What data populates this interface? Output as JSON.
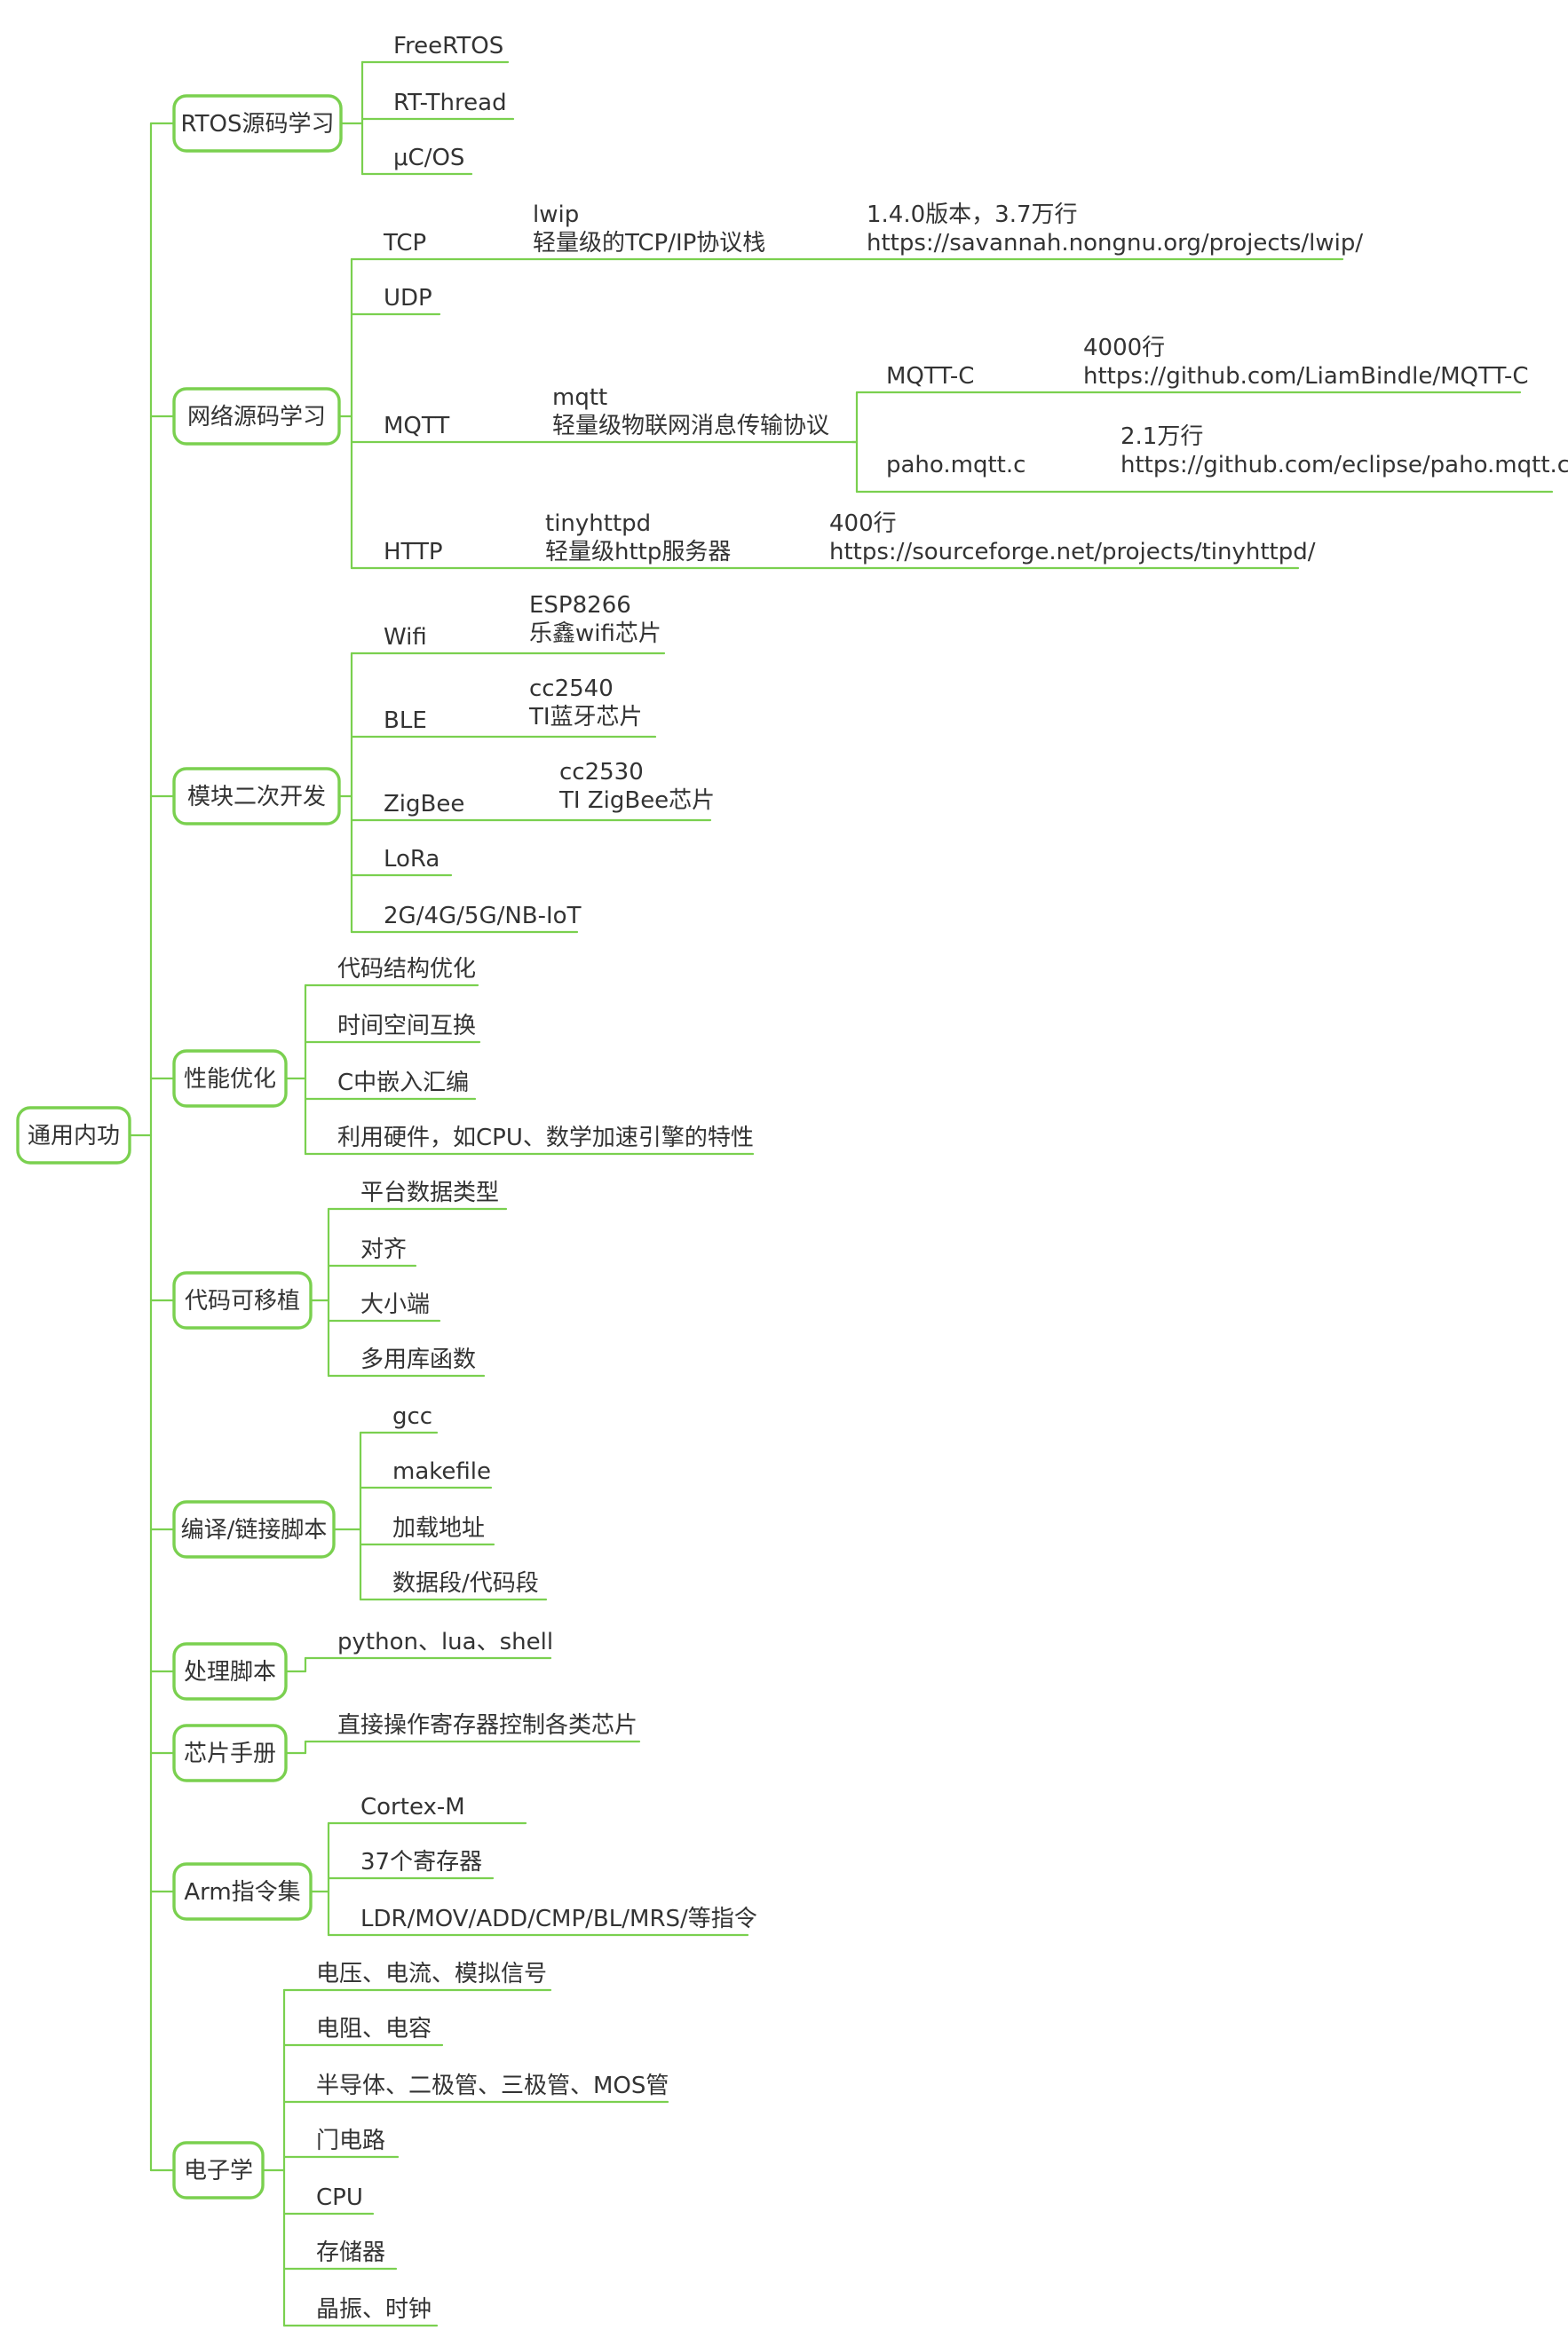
{
  "accent": "#7ad04f",
  "text_color": "#333333",
  "root": "通用内功",
  "branches": [
    {
      "label": "RTOS源码学习",
      "children": [
        {
          "label": "FreeRTOS"
        },
        {
          "label": "RT-Thread"
        },
        {
          "label": "μC/OS"
        }
      ]
    },
    {
      "label": "网络源码学习",
      "children": [
        {
          "label": "TCP",
          "desc": [
            "lwip",
            "轻量级的TCP/IP协议栈"
          ],
          "info": [
            "1.4.0版本，3.7万行",
            "https://savannah.nongnu.org/projects/lwip/"
          ]
        },
        {
          "label": "UDP"
        },
        {
          "label": "MQTT",
          "desc": [
            "mqtt",
            "轻量级物联网消息传输协议"
          ],
          "children": [
            {
              "label": "MQTT-C",
              "info": [
                "4000行",
                "https://github.com/LiamBindle/MQTT-C"
              ]
            },
            {
              "label": "paho.mqtt.c",
              "info": [
                "2.1万行",
                "https://github.com/eclipse/paho.mqtt.c"
              ]
            }
          ]
        },
        {
          "label": "HTTP",
          "desc": [
            "tinyhttpd",
            "轻量级http服务器"
          ],
          "info": [
            "400行",
            "https://sourceforge.net/projects/tinyhttpd/"
          ]
        }
      ]
    },
    {
      "label": "模块二次开发",
      "children": [
        {
          "label": "Wifi",
          "desc": [
            "ESP8266",
            "乐鑫wifi芯片"
          ]
        },
        {
          "label": "BLE",
          "desc": [
            "cc2540",
            "TI蓝牙芯片"
          ]
        },
        {
          "label": "ZigBee",
          "desc": [
            "cc2530",
            "TI ZigBee芯片"
          ]
        },
        {
          "label": "LoRa"
        },
        {
          "label": "2G/4G/5G/NB-IoT"
        }
      ]
    },
    {
      "label": "性能优化",
      "children": [
        {
          "label": "代码结构优化"
        },
        {
          "label": "时间空间互换"
        },
        {
          "label": "C中嵌入汇编"
        },
        {
          "label": "利用硬件，如CPU、数学加速引擎的特性"
        }
      ]
    },
    {
      "label": "代码可移植",
      "children": [
        {
          "label": "平台数据类型"
        },
        {
          "label": "对齐"
        },
        {
          "label": "大小端"
        },
        {
          "label": "多用库函数"
        }
      ]
    },
    {
      "label": "编译/链接脚本",
      "children": [
        {
          "label": "gcc"
        },
        {
          "label": "makefile"
        },
        {
          "label": "加载地址"
        },
        {
          "label": "数据段/代码段"
        }
      ]
    },
    {
      "label": "处理脚本",
      "children": [
        {
          "label": "python、lua、shell"
        }
      ]
    },
    {
      "label": "芯片手册",
      "children": [
        {
          "label": "直接操作寄存器控制各类芯片"
        }
      ]
    },
    {
      "label": "Arm指令集",
      "children": [
        {
          "label": "Cortex-M"
        },
        {
          "label": "37个寄存器"
        },
        {
          "label": "LDR/MOV/ADD/CMP/BL/MRS/等指令"
        }
      ]
    },
    {
      "label": "电子学",
      "children": [
        {
          "label": "电压、电流、模拟信号"
        },
        {
          "label": "电阻、电容"
        },
        {
          "label": "半导体、二极管、三极管、MOS管"
        },
        {
          "label": "门电路"
        },
        {
          "label": "CPU"
        },
        {
          "label": "存储器"
        },
        {
          "label": "晶振、时钟"
        }
      ]
    }
  ]
}
